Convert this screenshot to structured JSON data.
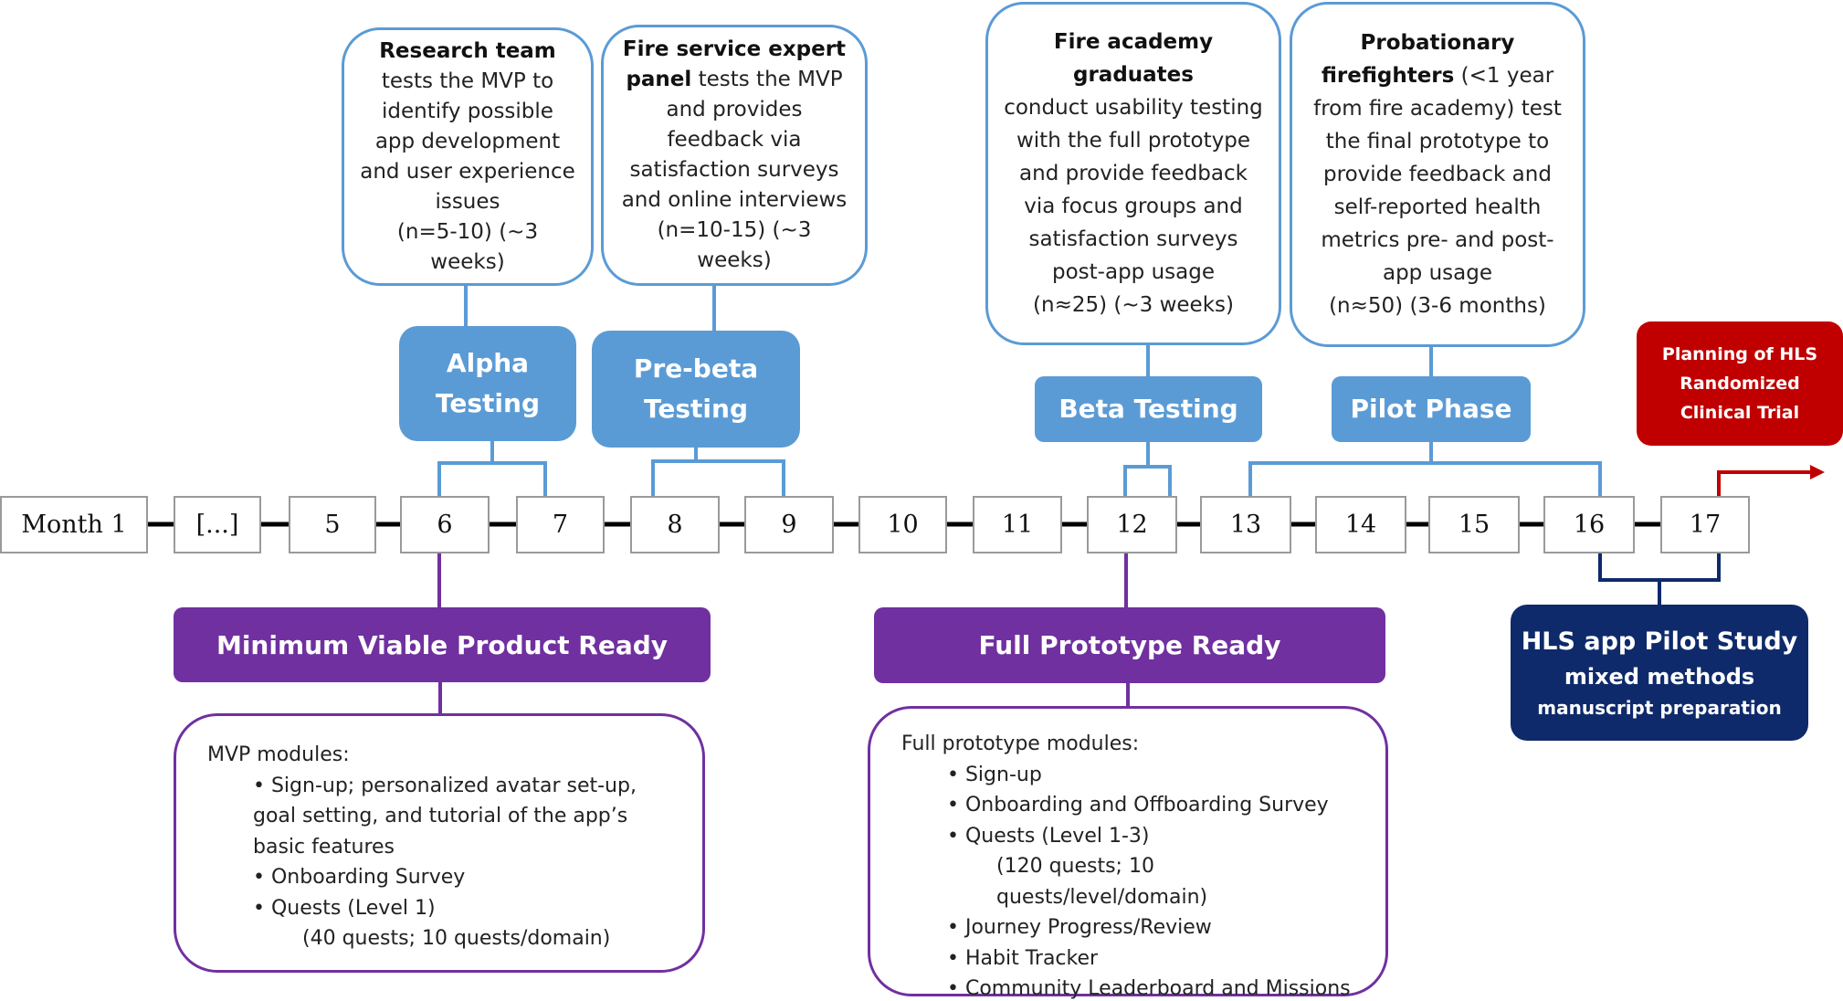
{
  "timeline": {
    "months": [
      "Month 1",
      "[...]",
      "5",
      "6",
      "7",
      "8",
      "9",
      "10",
      "11",
      "12",
      "13",
      "14",
      "15",
      "16",
      "17"
    ]
  },
  "phases": {
    "alpha": {
      "label": [
        "Alpha",
        "Testing"
      ],
      "desc_bold": "Research team",
      "desc_lines": [
        "tests the MVP to",
        "identify possible",
        "app development",
        "and user experience",
        "issues",
        "(n=5-10) (~3 weeks)"
      ]
    },
    "prebeta": {
      "label": [
        "Pre-beta",
        "Testing"
      ],
      "desc_bold": [
        "Fire service expert",
        "panel"
      ],
      "desc_after_bold": " tests the MVP",
      "desc_lines": [
        "and provides",
        "feedback via",
        "satisfaction surveys",
        "and online interviews",
        "(n=10-15) (~3 weeks)"
      ]
    },
    "beta": {
      "label": "Beta Testing",
      "desc_bold": "Fire academy graduates",
      "desc_lines": [
        "conduct usability testing",
        "with the full prototype",
        "and provide feedback",
        "via focus groups and",
        "satisfaction surveys",
        "post-app usage",
        "(n≈25) (~3 weeks)"
      ]
    },
    "pilot": {
      "label": "Pilot Phase",
      "desc_bold": [
        "Probationary",
        "firefighters"
      ],
      "desc_after_bold": " (<1 year",
      "desc_lines": [
        "from fire academy) test",
        "the final prototype to",
        "provide feedback and",
        "self-reported health",
        "metrics pre- and post-",
        "app usage",
        "(n≈50) (3-6 months)"
      ]
    }
  },
  "milestones": {
    "mvp": {
      "label": "Minimum Viable Product Ready",
      "modules_title": "MVP modules:",
      "items": [
        {
          "text": "• Sign-up; personalized avatar set-up,",
          "indent": 1
        },
        {
          "text": "goal setting, and tutorial of the app’s",
          "indent": 0.5
        },
        {
          "text": "basic features",
          "indent": 0.5
        },
        {
          "text": "• Onboarding Survey",
          "indent": 1
        },
        {
          "text": "• Quests (Level 1)",
          "indent": 1
        },
        {
          "text": "(40 quests; 10 quests/domain)",
          "indent": 2
        }
      ]
    },
    "full": {
      "label": "Full Prototype Ready",
      "modules_title": "Full prototype modules:",
      "items": [
        {
          "text": "• Sign-up",
          "indent": 1
        },
        {
          "text": "• Onboarding and Offboarding Survey",
          "indent": 1
        },
        {
          "text": "• Quests (Level 1-3)",
          "indent": 1
        },
        {
          "text": "(120 quests; 10 quests/level/domain)",
          "indent": 2
        },
        {
          "text": "• Journey Progress/Review",
          "indent": 1
        },
        {
          "text": "• Habit Tracker",
          "indent": 1
        },
        {
          "text": "• Community Leaderboard and Missions",
          "indent": 1
        }
      ]
    }
  },
  "pilot_study": {
    "line1": "HLS app Pilot Study",
    "line2": "mixed methods",
    "line3": "manuscript preparation"
  },
  "rct": {
    "lines": [
      "Planning of HLS",
      "Randomized",
      "Clinical Trial"
    ]
  },
  "colors": {
    "phase_blue": "#5b9bd5",
    "milestone_purple": "#7030a0",
    "pilot_navy": "#0e2a6b",
    "rct_red": "#c00000",
    "month_border": "#9a9a9a"
  }
}
